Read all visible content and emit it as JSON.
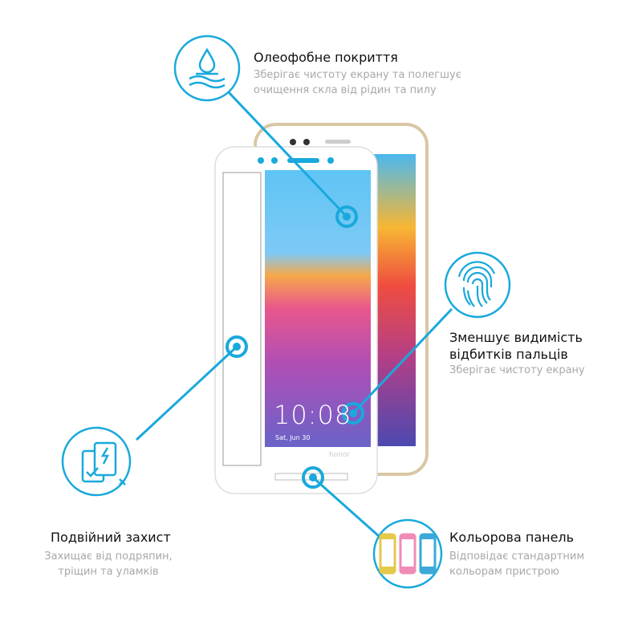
{
  "features": [
    {
      "icon": "water-drop-icon",
      "title": "Олеофобне покриття",
      "desc": [
        "Зберігає чистоту екрану та полегшує",
        "очищення скла від рідин та пилу"
      ]
    },
    {
      "icon": "fingerprint-icon",
      "title": [
        "Зменшує видимість",
        "відбитків пальців"
      ],
      "desc": [
        "Зберігає чистоту екрану"
      ]
    },
    {
      "icon": "double-protection-icon",
      "title": "Подвійний захист",
      "desc": [
        "Захищає від подряпин,",
        "тріщин та уламків"
      ]
    },
    {
      "icon": "color-panel-icon",
      "title": "Кольорова панель",
      "desc": [
        "Відповідає стандартним",
        "кольорам пристрою"
      ]
    }
  ],
  "phone": {
    "time": "10:08",
    "date": "Sat, Jun 30",
    "brand": "honor"
  },
  "colors": {
    "accent": "#19a9dc",
    "gold": "#d9c7a4",
    "panel_yellow": "#e6c84a",
    "panel_pink": "#f08bb6",
    "panel_blue": "#3aa9d8"
  }
}
